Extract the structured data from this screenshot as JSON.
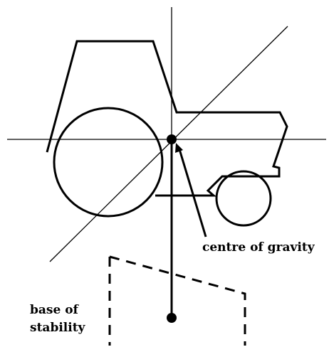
{
  "colors": {
    "ink": "#000000",
    "background": "#ffffff"
  },
  "labels": {
    "centre_of_gravity": "centre of gravity",
    "base_line_1": "base of",
    "base_line_2": "stability"
  }
}
